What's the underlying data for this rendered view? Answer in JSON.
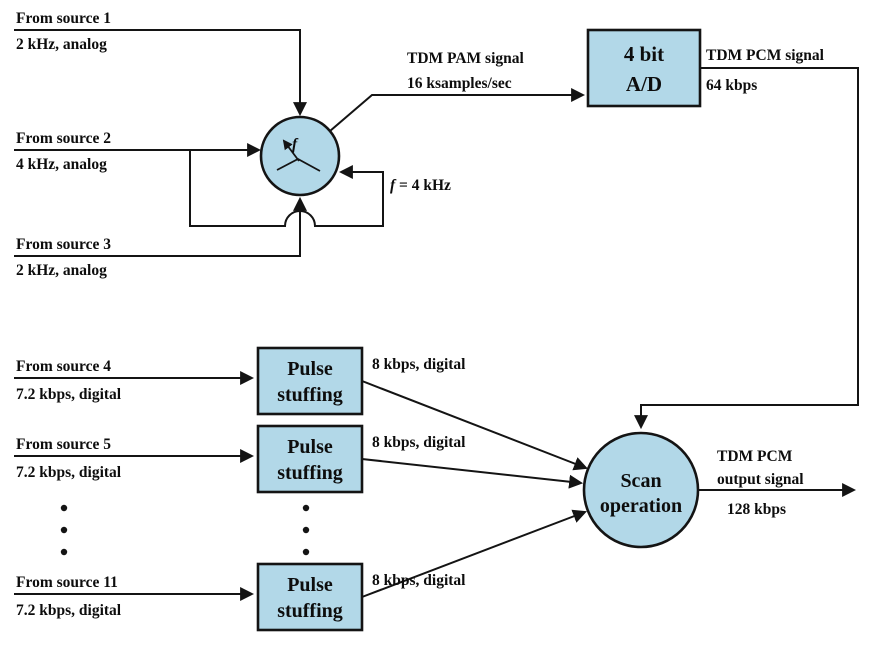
{
  "colors": {
    "shape_fill": "#b2d8e8",
    "line_color": "#141414",
    "background": "#ffffff"
  },
  "top_section": {
    "source1": {
      "name": "From source 1",
      "rate": "2 kHz, analog"
    },
    "source2": {
      "name": "From source 2",
      "rate": "4 kHz, analog"
    },
    "source3": {
      "name": "From source 3",
      "rate": "2 kHz, analog"
    },
    "sampler": {
      "wiper_label": "f",
      "frequency_note_italic": "f",
      "frequency_note_rest": " = 4 kHz"
    },
    "pam_signal": {
      "line1": "TDM PAM signal",
      "line2": "16 ksamples/sec"
    },
    "ad_converter": {
      "line1": "4 bit",
      "line2": "A/D"
    },
    "pcm_signal": {
      "line1": "TDM PCM signal",
      "line2": "64 kbps"
    }
  },
  "bottom_section": {
    "source4": {
      "name": "From source 4",
      "rate": "7.2 kbps, digital"
    },
    "source5": {
      "name": "From source 5",
      "rate": "7.2 kbps, digital"
    },
    "source11": {
      "name": "From source 11",
      "rate": "7.2 kbps, digital"
    },
    "pulse_stuffing1": {
      "line1": "Pulse",
      "line2": "stuffing"
    },
    "pulse_stuffing2": {
      "line1": "Pulse",
      "line2": "stuffing"
    },
    "pulse_stuffing3": {
      "line1": "Pulse",
      "line2": "stuffing"
    },
    "stuffed1": "8 kbps, digital",
    "stuffed2": "8 kbps, digital",
    "stuffed3": "8 kbps, digital",
    "scan": {
      "line1": "Scan",
      "line2": "operation"
    },
    "output": {
      "line1": "TDM PCM",
      "line2": "output signal",
      "line3": "128 kbps"
    }
  }
}
